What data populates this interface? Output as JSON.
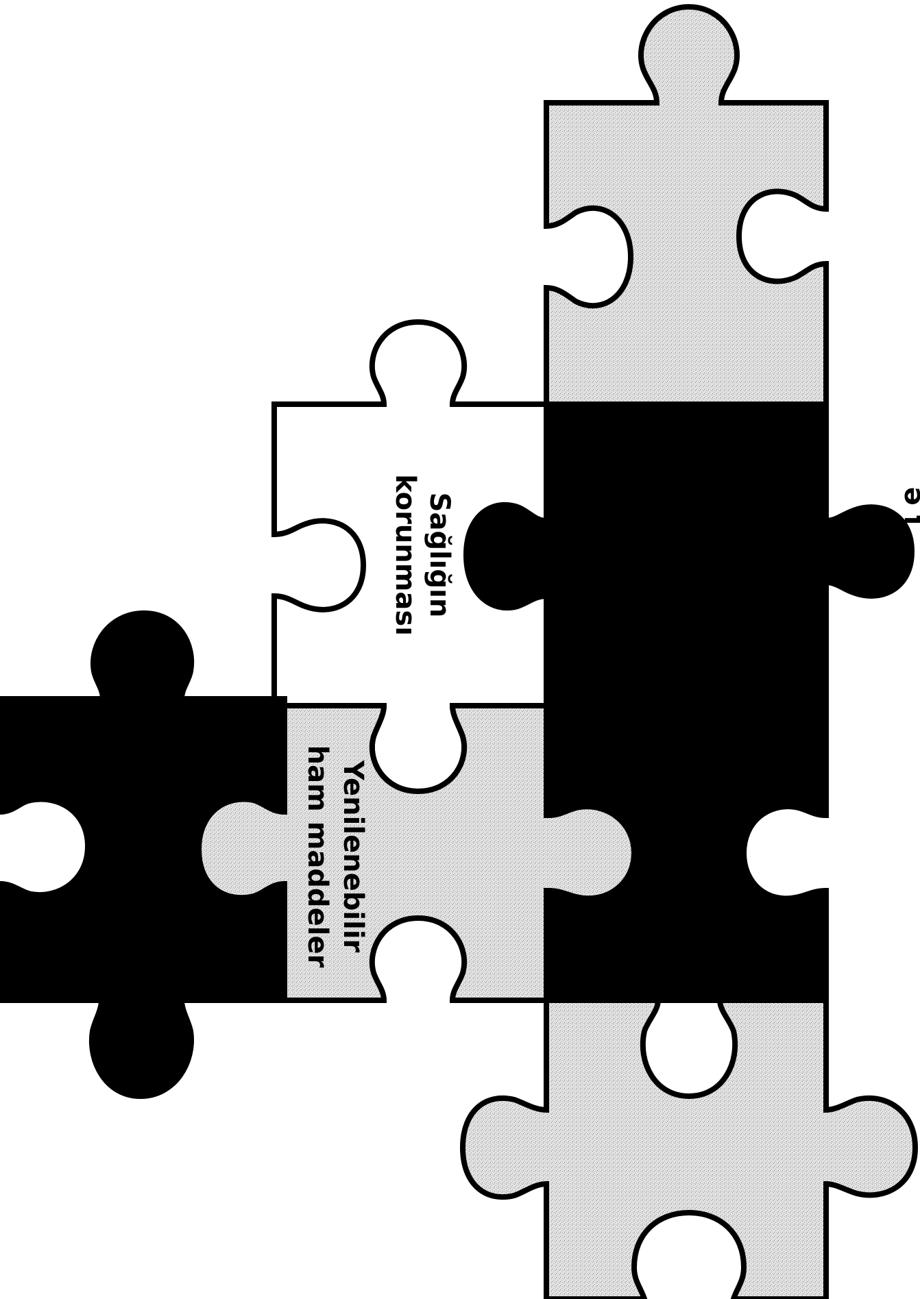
{
  "diagram": {
    "colors": {
      "background": "#ffffff",
      "outline": "#000000",
      "dark_piece": "#000000",
      "light_piece": "#ffffff",
      "speckled_piece": "#e2e2e2"
    },
    "pieces": [
      {
        "name": "top-right",
        "fill": "speckled",
        "label": ""
      },
      {
        "name": "upper-middle",
        "fill": "light",
        "label_line1": "Sağlığın",
        "label_line2": "korunması"
      },
      {
        "name": "right-center",
        "fill": "dark",
        "label": ""
      },
      {
        "name": "left",
        "fill": "dark",
        "label": ""
      },
      {
        "name": "lower-middle",
        "fill": "speckled",
        "label_line1": "Yenilenebilir",
        "label_line2": "ham maddeler"
      },
      {
        "name": "bottom-right",
        "fill": "speckled",
        "label": ""
      }
    ],
    "partial_text": "ə  ſ"
  }
}
